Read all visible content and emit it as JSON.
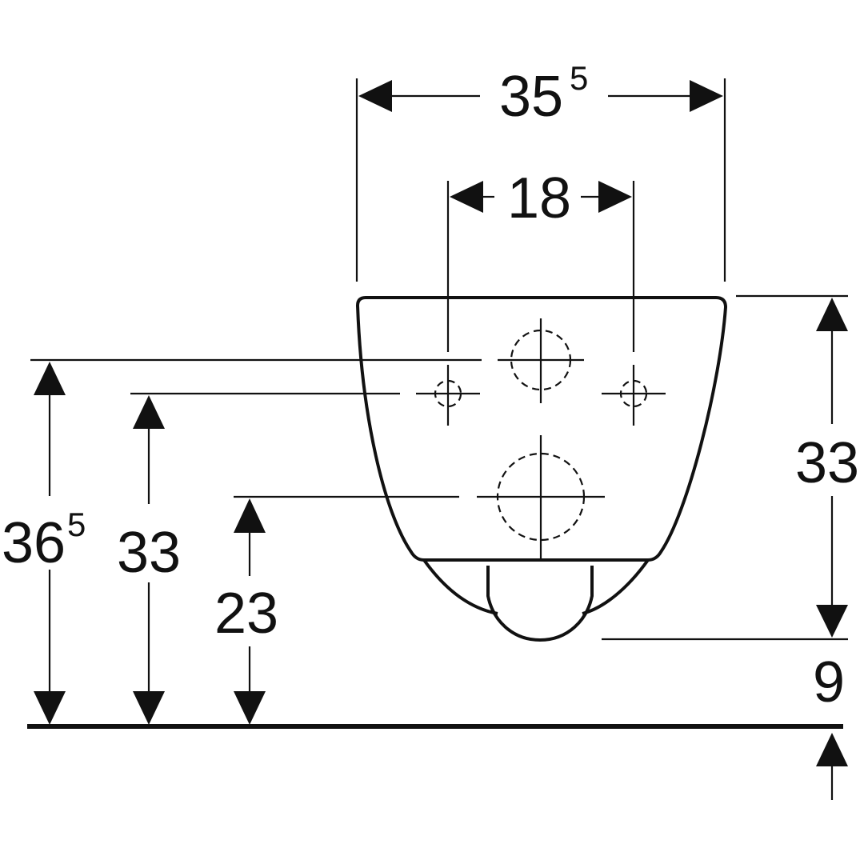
{
  "dimensions": {
    "overall_width": {
      "value": "35",
      "superscript": "5"
    },
    "fixing_spacing": {
      "value": "18"
    },
    "bowl_height": {
      "value": "33"
    },
    "bottom_gap": {
      "value": "9"
    },
    "upper_fixing_height": {
      "value": "36",
      "superscript": "5"
    },
    "lower_fixing_height": {
      "value": "33"
    },
    "outlet_height": {
      "value": "23"
    }
  }
}
